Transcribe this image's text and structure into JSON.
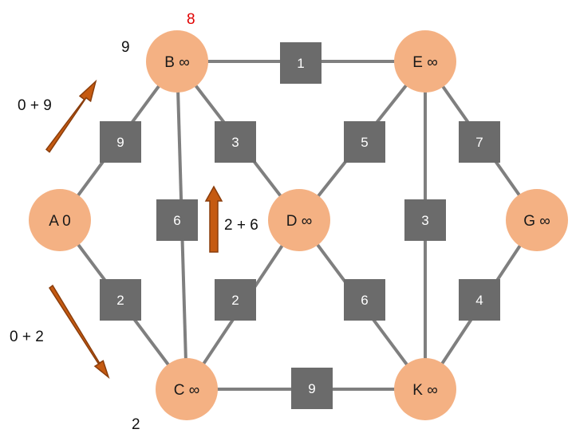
{
  "colors": {
    "node_fill": "#f4b183",
    "edge": "#7f7f7f",
    "weight_box": "#6b6b6b",
    "arrow": "#c55a11",
    "arrow_outline": "#8a3d0b",
    "highlight": "#e00000"
  },
  "nodes": {
    "A": {
      "label": "A 0"
    },
    "B": {
      "label": "B ∞"
    },
    "C": {
      "label": "C ∞"
    },
    "D": {
      "label": "D ∞"
    },
    "E": {
      "label": "E ∞"
    },
    "G": {
      "label": "G ∞"
    },
    "K": {
      "label": "K ∞"
    }
  },
  "edges": {
    "AB": {
      "weight": "9"
    },
    "AC": {
      "weight": "2"
    },
    "BC": {
      "weight": "6"
    },
    "BD": {
      "weight": "3"
    },
    "BE": {
      "weight": "1"
    },
    "CD": {
      "weight": "2"
    },
    "CK": {
      "weight": "9"
    },
    "DE": {
      "weight": "5"
    },
    "DK": {
      "weight": "6"
    },
    "EK": {
      "weight": "3"
    },
    "EG": {
      "weight": "7"
    },
    "GK": {
      "weight": "4"
    }
  },
  "annotations": {
    "a_to_b": "0 + 9",
    "a_to_c": "0 + 2",
    "c_to_b": "2 + 6",
    "b_old_distance": "9",
    "b_new_distance": "8",
    "c_distance": "2"
  }
}
